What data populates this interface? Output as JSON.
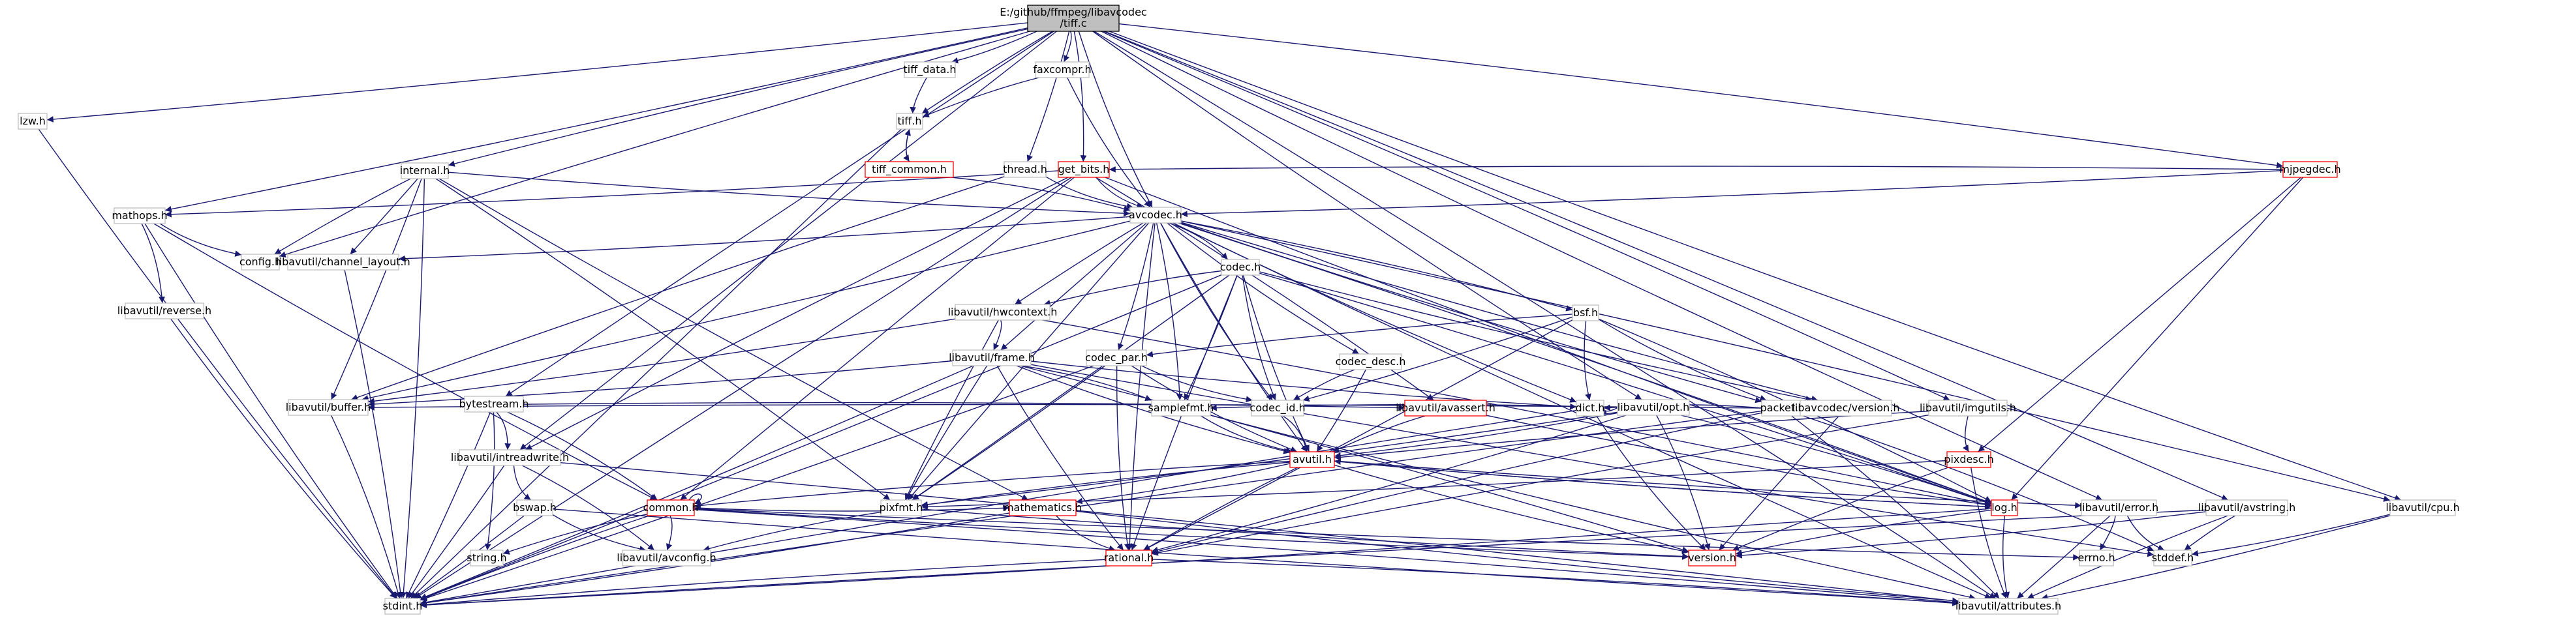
{
  "colors": {
    "edge": "#191970",
    "node_border": "#bfbfbf",
    "red_border": "#ff0000",
    "root_fill": "#bfbfbf"
  },
  "root": [
    "E:/github/ffmpeg/libavcodec",
    "/tiff.c"
  ],
  "nodes": [
    {
      "id": "tiff_c",
      "label": "E:/github/ffmpeg/libavcodec/tiff.c",
      "kind": "root"
    },
    {
      "id": "lzw_h",
      "label": "lzw.h",
      "kind": "normal"
    },
    {
      "id": "tiff_data_h",
      "label": "tiff_data.h",
      "kind": "normal"
    },
    {
      "id": "faxcompr_h",
      "label": "faxcompr.h",
      "kind": "normal"
    },
    {
      "id": "tiff_h",
      "label": "tiff.h",
      "kind": "normal"
    },
    {
      "id": "tiff_common_h",
      "label": "tiff_common.h",
      "kind": "red"
    },
    {
      "id": "thread_h",
      "label": "thread.h",
      "kind": "normal"
    },
    {
      "id": "get_bits_h",
      "label": "get_bits.h",
      "kind": "red"
    },
    {
      "id": "internal_h",
      "label": "internal.h",
      "kind": "normal"
    },
    {
      "id": "mathops_h",
      "label": "mathops.h",
      "kind": "normal"
    },
    {
      "id": "config_h",
      "label": "config.h",
      "kind": "normal"
    },
    {
      "id": "reverse_h",
      "label": "libavutil/reverse.h",
      "kind": "normal"
    },
    {
      "id": "channel_layout_h",
      "label": "libavutil/channel_layout.h",
      "kind": "normal"
    },
    {
      "id": "avcodec_h",
      "label": "avcodec.h",
      "kind": "normal"
    },
    {
      "id": "mjpegdec_h",
      "label": "mjpegdec.h",
      "kind": "red"
    },
    {
      "id": "codec_h",
      "label": "codec.h",
      "kind": "normal"
    },
    {
      "id": "hwcontext_h",
      "label": "libavutil/hwcontext.h",
      "kind": "normal"
    },
    {
      "id": "bsf_h",
      "label": "bsf.h",
      "kind": "normal"
    },
    {
      "id": "bytestream_h",
      "label": "bytestream.h",
      "kind": "normal"
    },
    {
      "id": "frame_h",
      "label": "libavutil/frame.h",
      "kind": "normal"
    },
    {
      "id": "codec_par_h",
      "label": "codec_par.h",
      "kind": "normal"
    },
    {
      "id": "codec_desc_h",
      "label": "codec_desc.h",
      "kind": "normal"
    },
    {
      "id": "opt_h",
      "label": "libavutil/opt.h",
      "kind": "normal"
    },
    {
      "id": "packet_h",
      "label": "packet.h",
      "kind": "normal"
    },
    {
      "id": "buffer_h",
      "label": "libavutil/buffer.h",
      "kind": "normal"
    },
    {
      "id": "samplefmt_h",
      "label": "samplefmt.h",
      "kind": "normal"
    },
    {
      "id": "codec_id_h",
      "label": "codec_id.h",
      "kind": "normal"
    },
    {
      "id": "avassert_h",
      "label": "libavutil/avassert.h",
      "kind": "red"
    },
    {
      "id": "dict_h",
      "label": "dict.h",
      "kind": "normal"
    },
    {
      "id": "lavc_version_h",
      "label": "libavcodec/version.h",
      "kind": "normal"
    },
    {
      "id": "imgutils_h",
      "label": "libavutil/imgutils.h",
      "kind": "normal"
    },
    {
      "id": "intreadwrite_h",
      "label": "libavutil/intreadwrite.h",
      "kind": "normal"
    },
    {
      "id": "avutil_h",
      "label": "avutil.h",
      "kind": "red"
    },
    {
      "id": "pixdesc_h",
      "label": "pixdesc.h",
      "kind": "red"
    },
    {
      "id": "bswap_h",
      "label": "bswap.h",
      "kind": "normal"
    },
    {
      "id": "common_h",
      "label": "common.h",
      "kind": "red"
    },
    {
      "id": "pixfmt_h",
      "label": "pixfmt.h",
      "kind": "normal"
    },
    {
      "id": "mathematics_h",
      "label": "mathematics.h",
      "kind": "red"
    },
    {
      "id": "log_h",
      "label": "log.h",
      "kind": "red"
    },
    {
      "id": "error_h",
      "label": "libavutil/error.h",
      "kind": "normal"
    },
    {
      "id": "avstring_h",
      "label": "libavutil/avstring.h",
      "kind": "normal"
    },
    {
      "id": "cpu_h",
      "label": "libavutil/cpu.h",
      "kind": "normal"
    },
    {
      "id": "string_h",
      "label": "string.h",
      "kind": "normal"
    },
    {
      "id": "avconfig_h",
      "label": "libavutil/avconfig.h",
      "kind": "normal"
    },
    {
      "id": "rational_h",
      "label": "rational.h",
      "kind": "red"
    },
    {
      "id": "version_h",
      "label": "version.h",
      "kind": "red"
    },
    {
      "id": "errno_h",
      "label": "errno.h",
      "kind": "normal"
    },
    {
      "id": "stddef_h",
      "label": "stddef.h",
      "kind": "normal"
    },
    {
      "id": "stdint_h",
      "label": "stdint.h",
      "kind": "normal"
    },
    {
      "id": "attributes_h",
      "label": "libavutil/attributes.h",
      "kind": "normal"
    }
  ],
  "edges": [
    [
      "tiff_c",
      "lzw_h"
    ],
    [
      "tiff_c",
      "tiff_data_h"
    ],
    [
      "tiff_c",
      "faxcompr_h"
    ],
    [
      "tiff_c",
      "tiff_h"
    ],
    [
      "tiff_c",
      "thread_h"
    ],
    [
      "tiff_c",
      "get_bits_h"
    ],
    [
      "tiff_c",
      "internal_h"
    ],
    [
      "tiff_c",
      "mathops_h"
    ],
    [
      "tiff_c",
      "config_h"
    ],
    [
      "tiff_c",
      "avcodec_h"
    ],
    [
      "tiff_c",
      "mjpegdec_h"
    ],
    [
      "tiff_c",
      "bytestream_h"
    ],
    [
      "tiff_c",
      "intreadwrite_h"
    ],
    [
      "tiff_c",
      "opt_h"
    ],
    [
      "tiff_c",
      "imgutils_h"
    ],
    [
      "tiff_c",
      "error_h"
    ],
    [
      "tiff_c",
      "avstring_h"
    ],
    [
      "tiff_c",
      "cpu_h"
    ],
    [
      "tiff_c",
      "attributes_h"
    ],
    [
      "lzw_h",
      "stdint_h"
    ],
    [
      "tiff_data_h",
      "tiff_h"
    ],
    [
      "faxcompr_h",
      "tiff_h"
    ],
    [
      "faxcompr_h",
      "avcodec_h"
    ],
    [
      "tiff_h",
      "tiff_common_h"
    ],
    [
      "tiff_h",
      "stdint_h"
    ],
    [
      "tiff_common_h",
      "tiff_h"
    ],
    [
      "tiff_common_h",
      "avcodec_h"
    ],
    [
      "thread_h",
      "avcodec_h"
    ],
    [
      "thread_h",
      "buffer_h"
    ],
    [
      "get_bits_h",
      "avcodec_h"
    ],
    [
      "get_bits_h",
      "common_h"
    ],
    [
      "get_bits_h",
      "intreadwrite_h"
    ],
    [
      "get_bits_h",
      "stdint_h"
    ],
    [
      "get_bits_h",
      "mathops_h"
    ],
    [
      "get_bits_h",
      "avassert_h"
    ],
    [
      "get_bits_h",
      "log_h"
    ],
    [
      "internal_h",
      "avcodec_h"
    ],
    [
      "internal_h",
      "config_h"
    ],
    [
      "internal_h",
      "channel_layout_h"
    ],
    [
      "internal_h",
      "buffer_h"
    ],
    [
      "internal_h",
      "pixfmt_h"
    ],
    [
      "internal_h",
      "mathematics_h"
    ],
    [
      "internal_h",
      "stdint_h"
    ],
    [
      "mathops_h",
      "config_h"
    ],
    [
      "mathops_h",
      "reverse_h"
    ],
    [
      "mathops_h",
      "common_h"
    ],
    [
      "mathops_h",
      "stdint_h"
    ],
    [
      "reverse_h",
      "stdint_h"
    ],
    [
      "channel_layout_h",
      "stdint_h"
    ],
    [
      "mjpegdec_h",
      "avcodec_h"
    ],
    [
      "mjpegdec_h",
      "get_bits_h"
    ],
    [
      "mjpegdec_h",
      "pixdesc_h"
    ],
    [
      "mjpegdec_h",
      "log_h"
    ],
    [
      "avcodec_h",
      "codec_h"
    ],
    [
      "avcodec_h",
      "hwcontext_h"
    ],
    [
      "avcodec_h",
      "bsf_h"
    ],
    [
      "avcodec_h",
      "frame_h"
    ],
    [
      "avcodec_h",
      "codec_par_h"
    ],
    [
      "avcodec_h",
      "codec_desc_h"
    ],
    [
      "avcodec_h",
      "packet_h"
    ],
    [
      "avcodec_h",
      "buffer_h"
    ],
    [
      "avcodec_h",
      "samplefmt_h"
    ],
    [
      "avcodec_h",
      "codec_id_h"
    ],
    [
      "avcodec_h",
      "dict_h"
    ],
    [
      "avcodec_h",
      "lavc_version_h"
    ],
    [
      "avcodec_h",
      "avutil_h"
    ],
    [
      "avcodec_h",
      "pixfmt_h"
    ],
    [
      "avcodec_h",
      "rational_h"
    ],
    [
      "avcodec_h",
      "log_h"
    ],
    [
      "avcodec_h",
      "channel_layout_h"
    ],
    [
      "avcodec_h",
      "attributes_h"
    ],
    [
      "avcodec_h",
      "cpu_h"
    ],
    [
      "codec_h",
      "hwcontext_h"
    ],
    [
      "codec_h",
      "samplefmt_h"
    ],
    [
      "codec_h",
      "codec_id_h"
    ],
    [
      "codec_h",
      "avutil_h"
    ],
    [
      "codec_h",
      "pixfmt_h"
    ],
    [
      "codec_h",
      "rational_h"
    ],
    [
      "codec_h",
      "log_h"
    ],
    [
      "codec_h",
      "lavc_version_h"
    ],
    [
      "codec_h",
      "stdint_h"
    ],
    [
      "hwcontext_h",
      "buffer_h"
    ],
    [
      "hwcontext_h",
      "frame_h"
    ],
    [
      "hwcontext_h",
      "log_h"
    ],
    [
      "hwcontext_h",
      "pixfmt_h"
    ],
    [
      "bsf_h",
      "codec_par_h"
    ],
    [
      "bsf_h",
      "codec_id_h"
    ],
    [
      "bsf_h",
      "packet_h"
    ],
    [
      "bsf_h",
      "dict_h"
    ],
    [
      "bsf_h",
      "log_h"
    ],
    [
      "bsf_h",
      "rational_h"
    ],
    [
      "bytestream_h",
      "intreadwrite_h"
    ],
    [
      "bytestream_h",
      "common_h"
    ],
    [
      "bytestream_h",
      "avassert_h"
    ],
    [
      "bytestream_h",
      "stdint_h"
    ],
    [
      "bytestream_h",
      "string_h"
    ],
    [
      "frame_h",
      "buffer_h"
    ],
    [
      "frame_h",
      "avutil_h"
    ],
    [
      "frame_h",
      "dict_h"
    ],
    [
      "frame_h",
      "pixfmt_h"
    ],
    [
      "frame_h",
      "rational_h"
    ],
    [
      "frame_h",
      "samplefmt_h"
    ],
    [
      "frame_h",
      "version_h"
    ],
    [
      "frame_h",
      "stddef_h"
    ],
    [
      "frame_h",
      "stdint_h"
    ],
    [
      "codec_par_h",
      "codec_id_h"
    ],
    [
      "codec_par_h",
      "avutil_h"
    ],
    [
      "codec_par_h",
      "pixfmt_h"
    ],
    [
      "codec_par_h",
      "rational_h"
    ],
    [
      "codec_par_h",
      "stdint_h"
    ],
    [
      "codec_desc_h",
      "codec_id_h"
    ],
    [
      "codec_desc_h",
      "avutil_h"
    ],
    [
      "opt_h",
      "dict_h"
    ],
    [
      "opt_h",
      "avutil_h"
    ],
    [
      "opt_h",
      "log_h"
    ],
    [
      "opt_h",
      "pixfmt_h"
    ],
    [
      "opt_h",
      "rational_h"
    ],
    [
      "opt_h",
      "samplefmt_h"
    ],
    [
      "opt_h",
      "version_h"
    ],
    [
      "packet_h",
      "buffer_h"
    ],
    [
      "packet_h",
      "dict_h"
    ],
    [
      "packet_h",
      "rational_h"
    ],
    [
      "packet_h",
      "attributes_h"
    ],
    [
      "packet_h",
      "lavc_version_h"
    ],
    [
      "packet_h",
      "stddef_h"
    ],
    [
      "packet_h",
      "stdint_h"
    ],
    [
      "buffer_h",
      "stdint_h"
    ],
    [
      "samplefmt_h",
      "avutil_h"
    ],
    [
      "samplefmt_h",
      "attributes_h"
    ],
    [
      "codec_id_h",
      "avutil_h"
    ],
    [
      "avassert_h",
      "avutil_h"
    ],
    [
      "avassert_h",
      "log_h"
    ],
    [
      "dict_h",
      "stdint_h"
    ],
    [
      "dict_h",
      "version_h"
    ],
    [
      "lavc_version_h",
      "version_h"
    ],
    [
      "imgutils_h",
      "avutil_h"
    ],
    [
      "imgutils_h",
      "pixdesc_h"
    ],
    [
      "imgutils_h",
      "rational_h"
    ],
    [
      "intreadwrite_h",
      "bswap_h"
    ],
    [
      "intreadwrite_h",
      "avconfig_h"
    ],
    [
      "intreadwrite_h",
      "attributes_h"
    ],
    [
      "intreadwrite_h",
      "stdint_h"
    ],
    [
      "avutil_h",
      "common_h"
    ],
    [
      "avutil_h",
      "rational_h"
    ],
    [
      "avutil_h",
      "version_h"
    ],
    [
      "avutil_h",
      "macros"
    ],
    [
      "avutil_h",
      "mathematics_h"
    ],
    [
      "avutil_h",
      "log_h"
    ],
    [
      "avutil_h",
      "pixfmt_h"
    ],
    [
      "avutil_h",
      "error_h"
    ],
    [
      "pixdesc_h",
      "pixfmt_h"
    ],
    [
      "pixdesc_h",
      "version_h"
    ],
    [
      "pixdesc_h",
      "attributes_h"
    ],
    [
      "bswap_h",
      "avconfig_h"
    ],
    [
      "bswap_h",
      "attributes_h"
    ],
    [
      "bswap_h",
      "stdint_h"
    ],
    [
      "common_h",
      "common_h"
    ],
    [
      "common_h",
      "attributes_h"
    ],
    [
      "common_h",
      "avconfig_h"
    ],
    [
      "common_h",
      "mathematics_h"
    ],
    [
      "common_h",
      "version_h"
    ],
    [
      "common_h",
      "errno_h"
    ],
    [
      "common_h",
      "string_h"
    ],
    [
      "common_h",
      "stdint_h"
    ],
    [
      "pixfmt_h",
      "avconfig_h"
    ],
    [
      "pixfmt_h",
      "version_h"
    ],
    [
      "mathematics_h",
      "attributes_h"
    ],
    [
      "mathematics_h",
      "rational_h"
    ],
    [
      "mathematics_h",
      "stdint_h"
    ],
    [
      "log_h",
      "avutil_h"
    ],
    [
      "log_h",
      "attributes_h"
    ],
    [
      "log_h",
      "version_h"
    ],
    [
      "log_h",
      "stdint_h"
    ],
    [
      "error_h",
      "errno_h"
    ],
    [
      "error_h",
      "stddef_h"
    ],
    [
      "error_h",
      "attributes_h"
    ],
    [
      "avstring_h",
      "stddef_h"
    ],
    [
      "avstring_h",
      "stdint_h"
    ],
    [
      "avstring_h",
      "attributes_h"
    ],
    [
      "avstring_h",
      "version_h"
    ],
    [
      "cpu_h",
      "stddef_h"
    ],
    [
      "cpu_h",
      "attributes_h"
    ],
    [
      "rational_h",
      "attributes_h"
    ],
    [
      "rational_h",
      "stdint_h"
    ]
  ]
}
